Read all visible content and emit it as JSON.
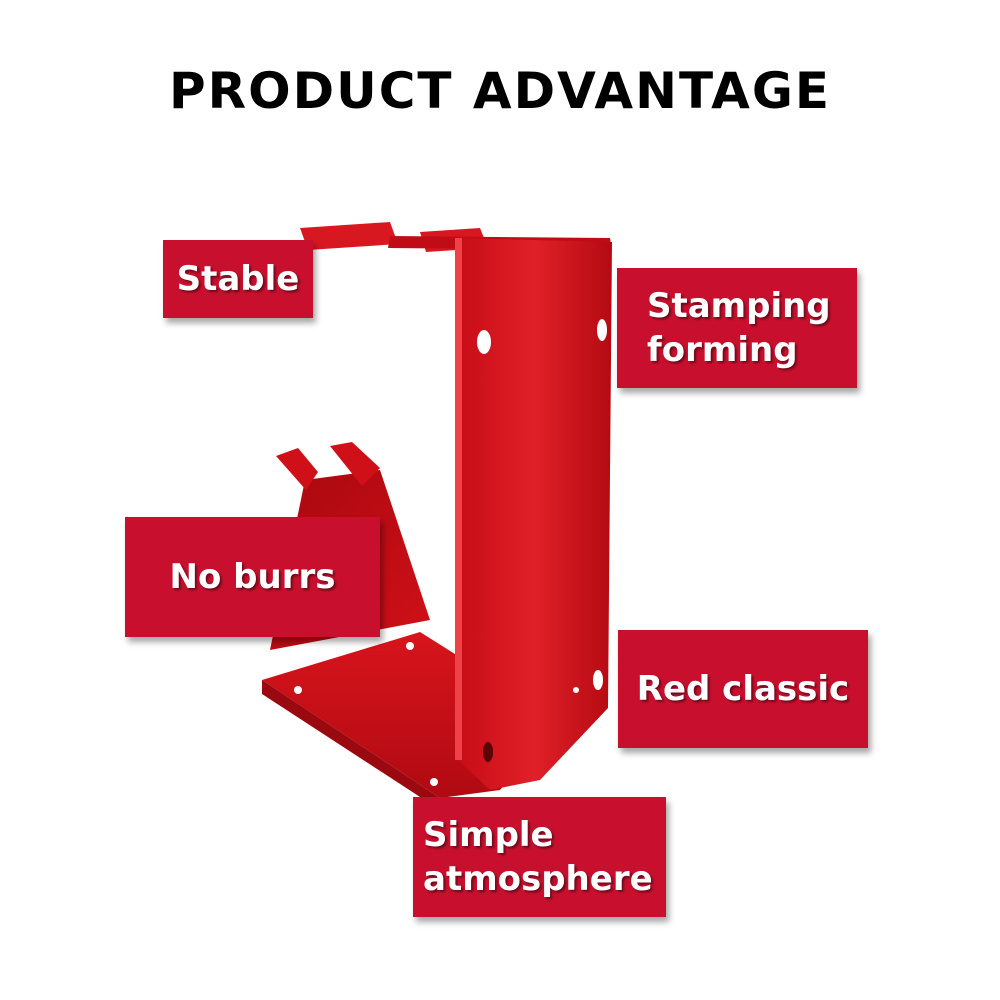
{
  "title": "PRODUCT ADVANTAGE",
  "labels": {
    "stable": "Stable",
    "stamping": "Stamping forming",
    "no_burrs": "No burrs",
    "red_classic": "Red classic",
    "simple": "Simple atmosphere"
  },
  "colors": {
    "label_bg": "#c8102e",
    "product_red": "#d0101a"
  }
}
